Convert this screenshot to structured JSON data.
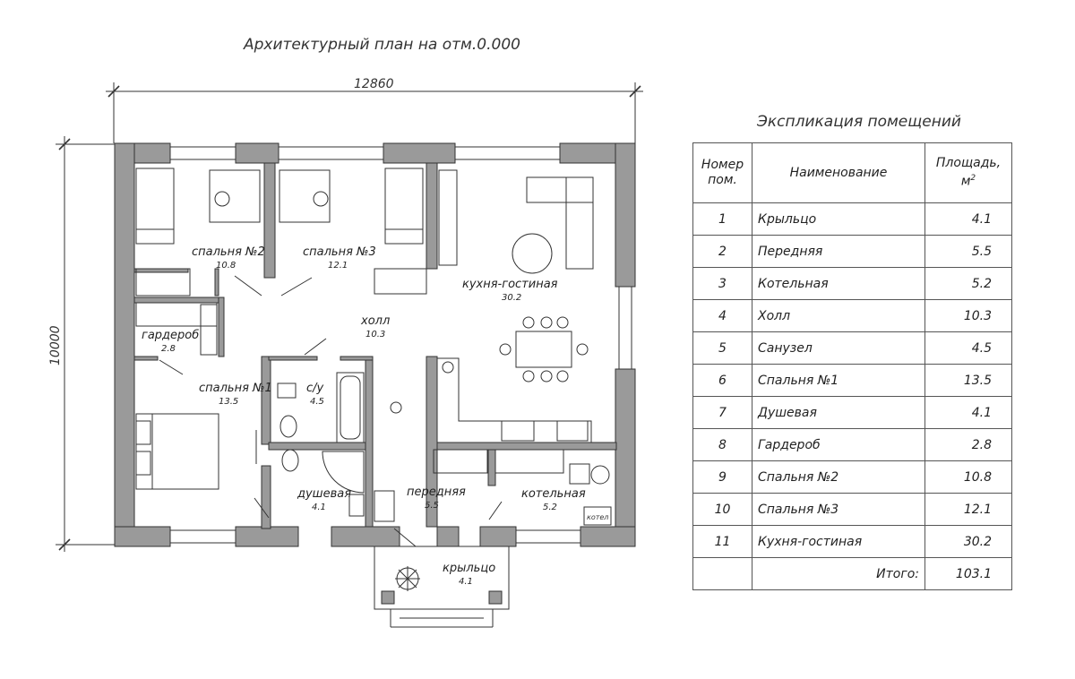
{
  "plan_title": "Архитектурный план на отм.0.000",
  "dimensions": {
    "width_label": "12860",
    "height_label": "10000",
    "boiler_label": "котел"
  },
  "rooms": [
    {
      "id": "bedroom2",
      "name": "спальня №2",
      "area": "10.8"
    },
    {
      "id": "bedroom3",
      "name": "спальня №3",
      "area": "12.1"
    },
    {
      "id": "kitchen",
      "name": "кухня-гостиная",
      "area": "30.2"
    },
    {
      "id": "hall",
      "name": "холл",
      "area": "10.3"
    },
    {
      "id": "wardrobe",
      "name": "гардероб",
      "area": "2.8"
    },
    {
      "id": "bedroom1",
      "name": "спальня №1",
      "area": "13.5"
    },
    {
      "id": "wc",
      "name": "с/у",
      "area": "4.5"
    },
    {
      "id": "shower",
      "name": "душевая",
      "area": "4.1"
    },
    {
      "id": "entry",
      "name": "передняя",
      "area": "5.5"
    },
    {
      "id": "boiler",
      "name": "котельная",
      "area": "5.2"
    },
    {
      "id": "porch",
      "name": "крыльцо",
      "area": "4.1"
    }
  ],
  "table": {
    "title": "Экспликация помещений",
    "header": {
      "num_line1": "Номер",
      "num_line2": "пом.",
      "name": "Наименование",
      "area_line1": "Площадь,",
      "area_unit": "м",
      "area_sup": "2"
    },
    "rows": [
      {
        "num": "1",
        "name": "Крыльцо",
        "area": "4.1"
      },
      {
        "num": "2",
        "name": "Передняя",
        "area": "5.5"
      },
      {
        "num": "3",
        "name": "Котельная",
        "area": "5.2"
      },
      {
        "num": "4",
        "name": "Холл",
        "area": "10.3"
      },
      {
        "num": "5",
        "name": "Санузел",
        "area": "4.5"
      },
      {
        "num": "6",
        "name": "Спальня №1",
        "area": "13.5"
      },
      {
        "num": "7",
        "name": "Душевая",
        "area": "4.1"
      },
      {
        "num": "8",
        "name": "Гардероб",
        "area": "2.8"
      },
      {
        "num": "9",
        "name": "Спальня №2",
        "area": "10.8"
      },
      {
        "num": "10",
        "name": "Спальня №3",
        "area": "12.1"
      },
      {
        "num": "11",
        "name": "Кухня-гостиная",
        "area": "30.2"
      }
    ],
    "total_label": "Итого:",
    "total_value": "103.1"
  },
  "colors": {
    "wall": "#9a9a9a",
    "line": "#333333"
  }
}
